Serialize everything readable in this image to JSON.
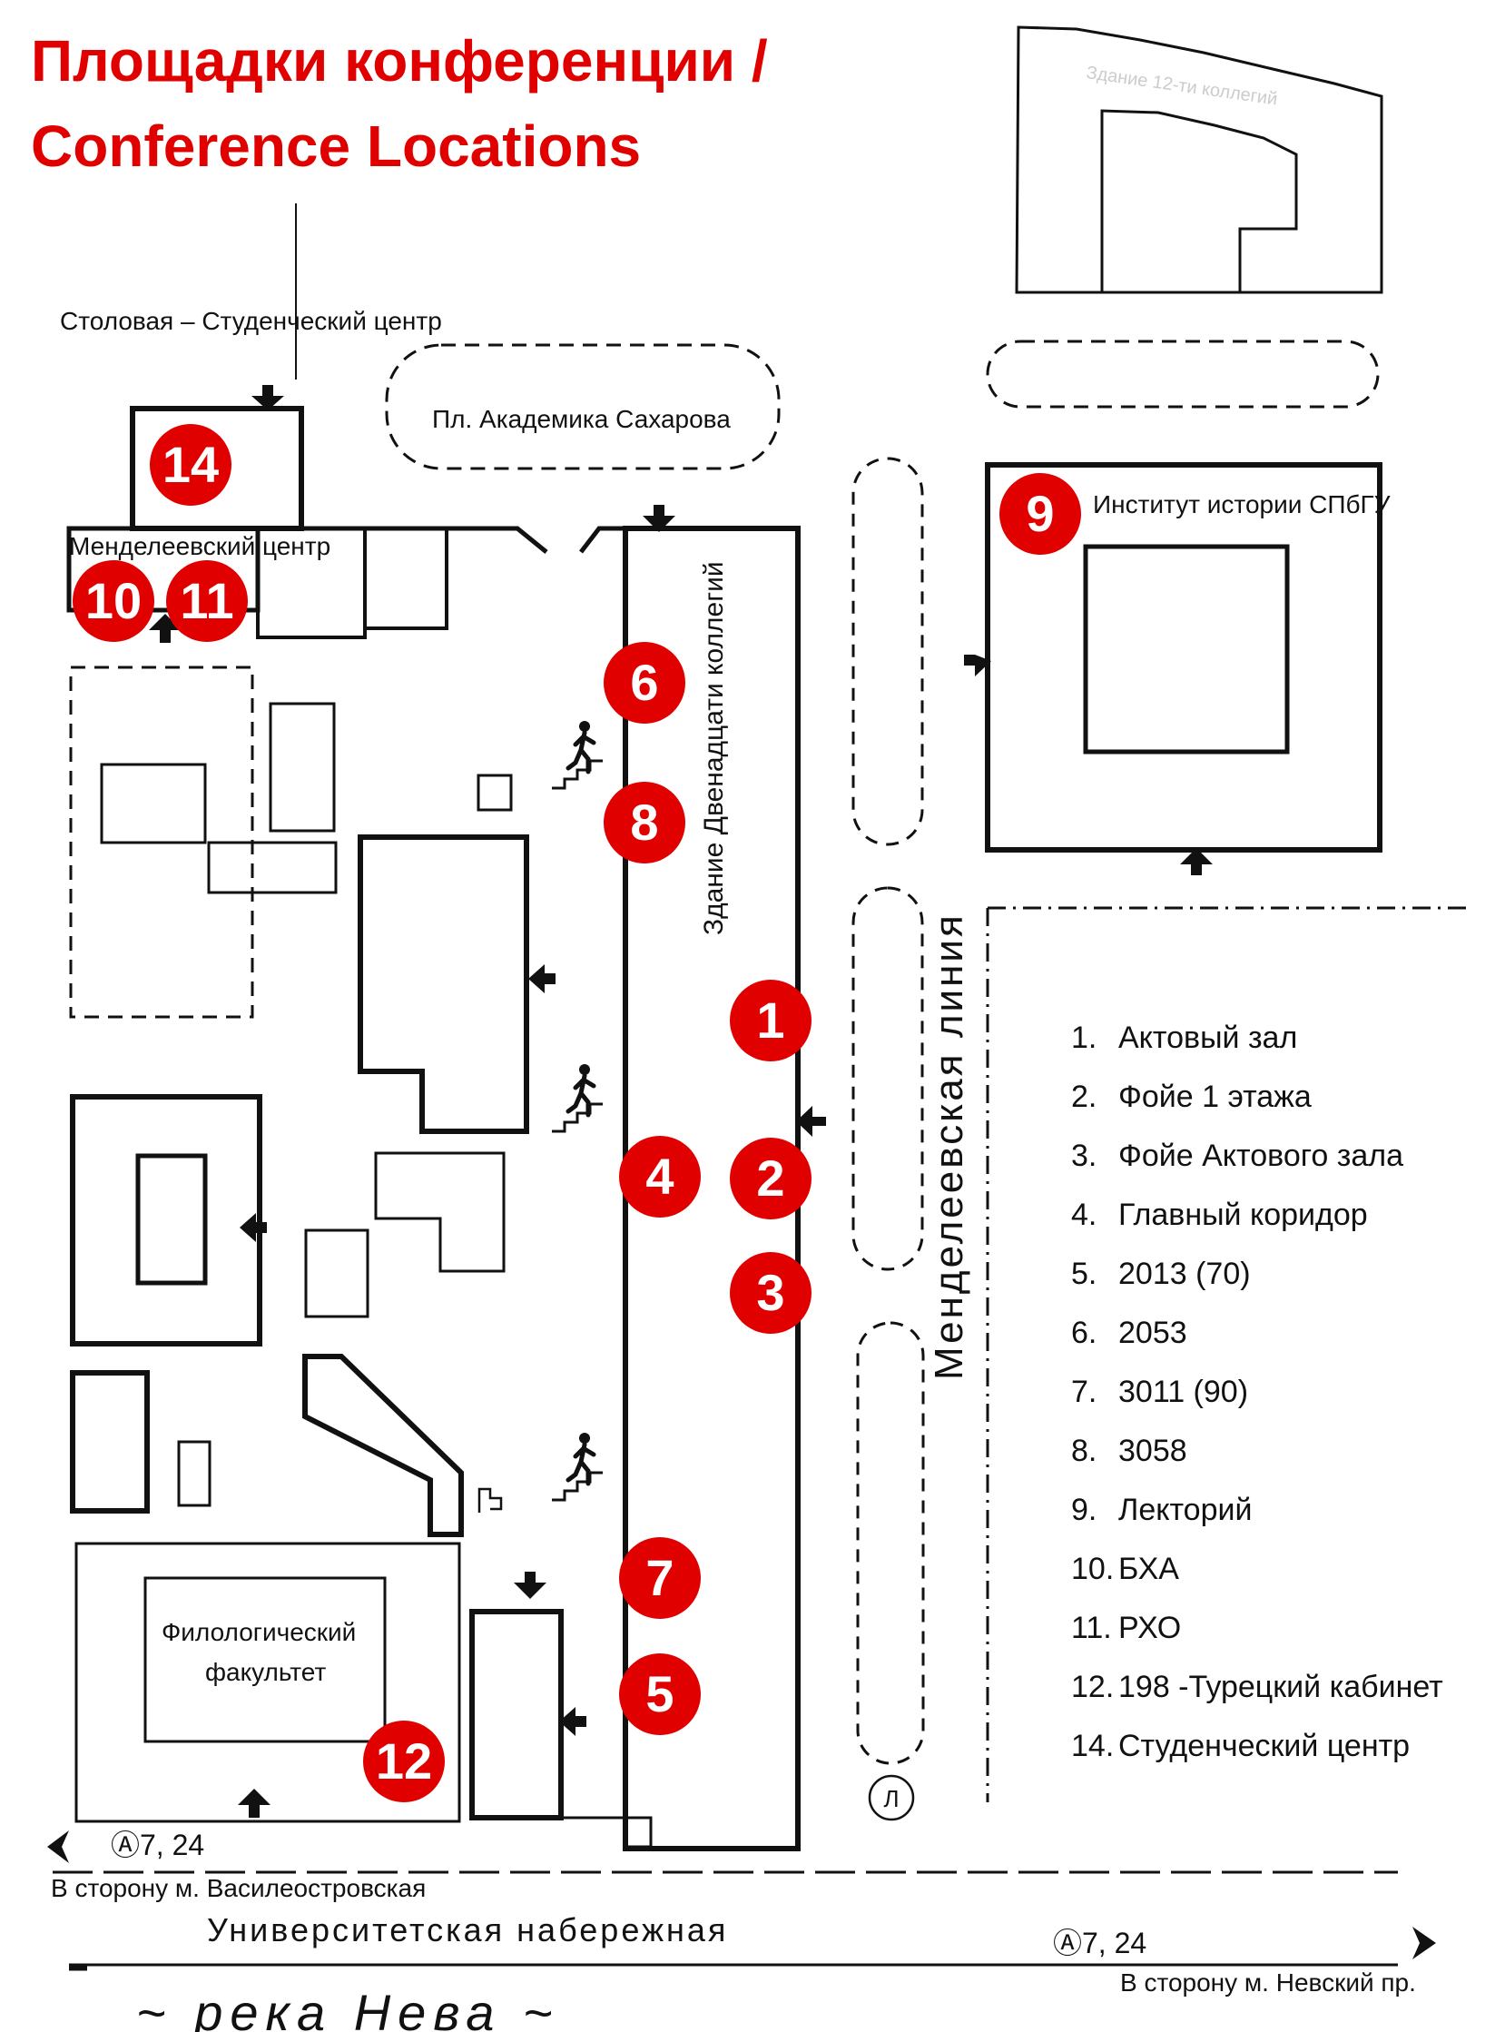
{
  "title": {
    "line1": "Площадки конференции /",
    "line2": "Conference Locations"
  },
  "labels": {
    "canteen": "Столовая – Студенческий центр",
    "sakharov_square": "Пл. Академика Сахарова",
    "mendeleev_center": "Менделеевский центр",
    "twelve_colleges": "Здание Двенадцати коллегий",
    "history_institute": "Институт истории СПбГУ",
    "mendeleev_line": "Менделеевская линия",
    "philology_line1": "Филологический",
    "philology_line2": "факультет",
    "bus_left": "Ⓐ7, 24",
    "bus_right": "Ⓐ7, 24",
    "to_vasileostrovskaya": "В сторону м. Василеостровская",
    "embankment": "Университетская набережная",
    "to_nevsky": "В сторону м. Невский пр.",
    "river": "~  река Нева  ~",
    "lambda_stop": "Л",
    "faded_building": "Здание 12-ти коллегий"
  },
  "markers": [
    "14",
    "10",
    "11",
    "9",
    "6",
    "8",
    "1",
    "4",
    "2",
    "3",
    "7",
    "5",
    "12"
  ],
  "legend": [
    {
      "num": "1.",
      "name": "Актовый зал"
    },
    {
      "num": "2.",
      "name": "Фойе 1 этажа"
    },
    {
      "num": "3.",
      "name": "Фойе Актового зала"
    },
    {
      "num": "4.",
      "name": "Главный коридор"
    },
    {
      "num": "5.",
      "name": "2013 (70)"
    },
    {
      "num": "6.",
      "name": "2053"
    },
    {
      "num": "7.",
      "name": "3011 (90)"
    },
    {
      "num": "8.",
      "name": "3058"
    },
    {
      "num": "9.",
      "name": "Лекторий"
    },
    {
      "num": "10.",
      "name": "БХА"
    },
    {
      "num": "11.",
      "name": "РХО"
    },
    {
      "num": "12.",
      "name": "198 -Турецкий кабинет"
    },
    {
      "num": "14.",
      "name": "Студенческий центр"
    }
  ],
  "colors": {
    "accent": "#e00000",
    "ink": "#111111",
    "background": "#ffffff"
  }
}
